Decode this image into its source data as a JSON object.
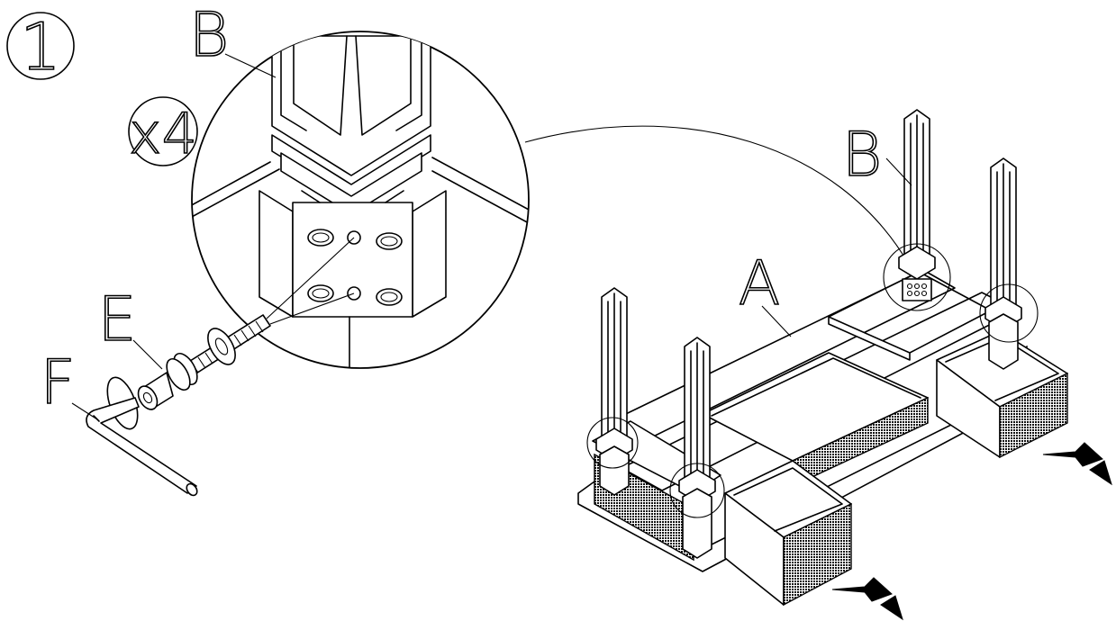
{
  "diagram": {
    "step_number": "1",
    "quantity": "x4",
    "labels": {
      "a": "A",
      "b_detail": "B",
      "b_main": "B",
      "e": "E",
      "f": "F"
    },
    "colors": {
      "line": "#000000",
      "background": "#ffffff"
    },
    "icons": [
      "hex-key-icon",
      "bolt-icon",
      "drawer-arrow-icon"
    ]
  }
}
